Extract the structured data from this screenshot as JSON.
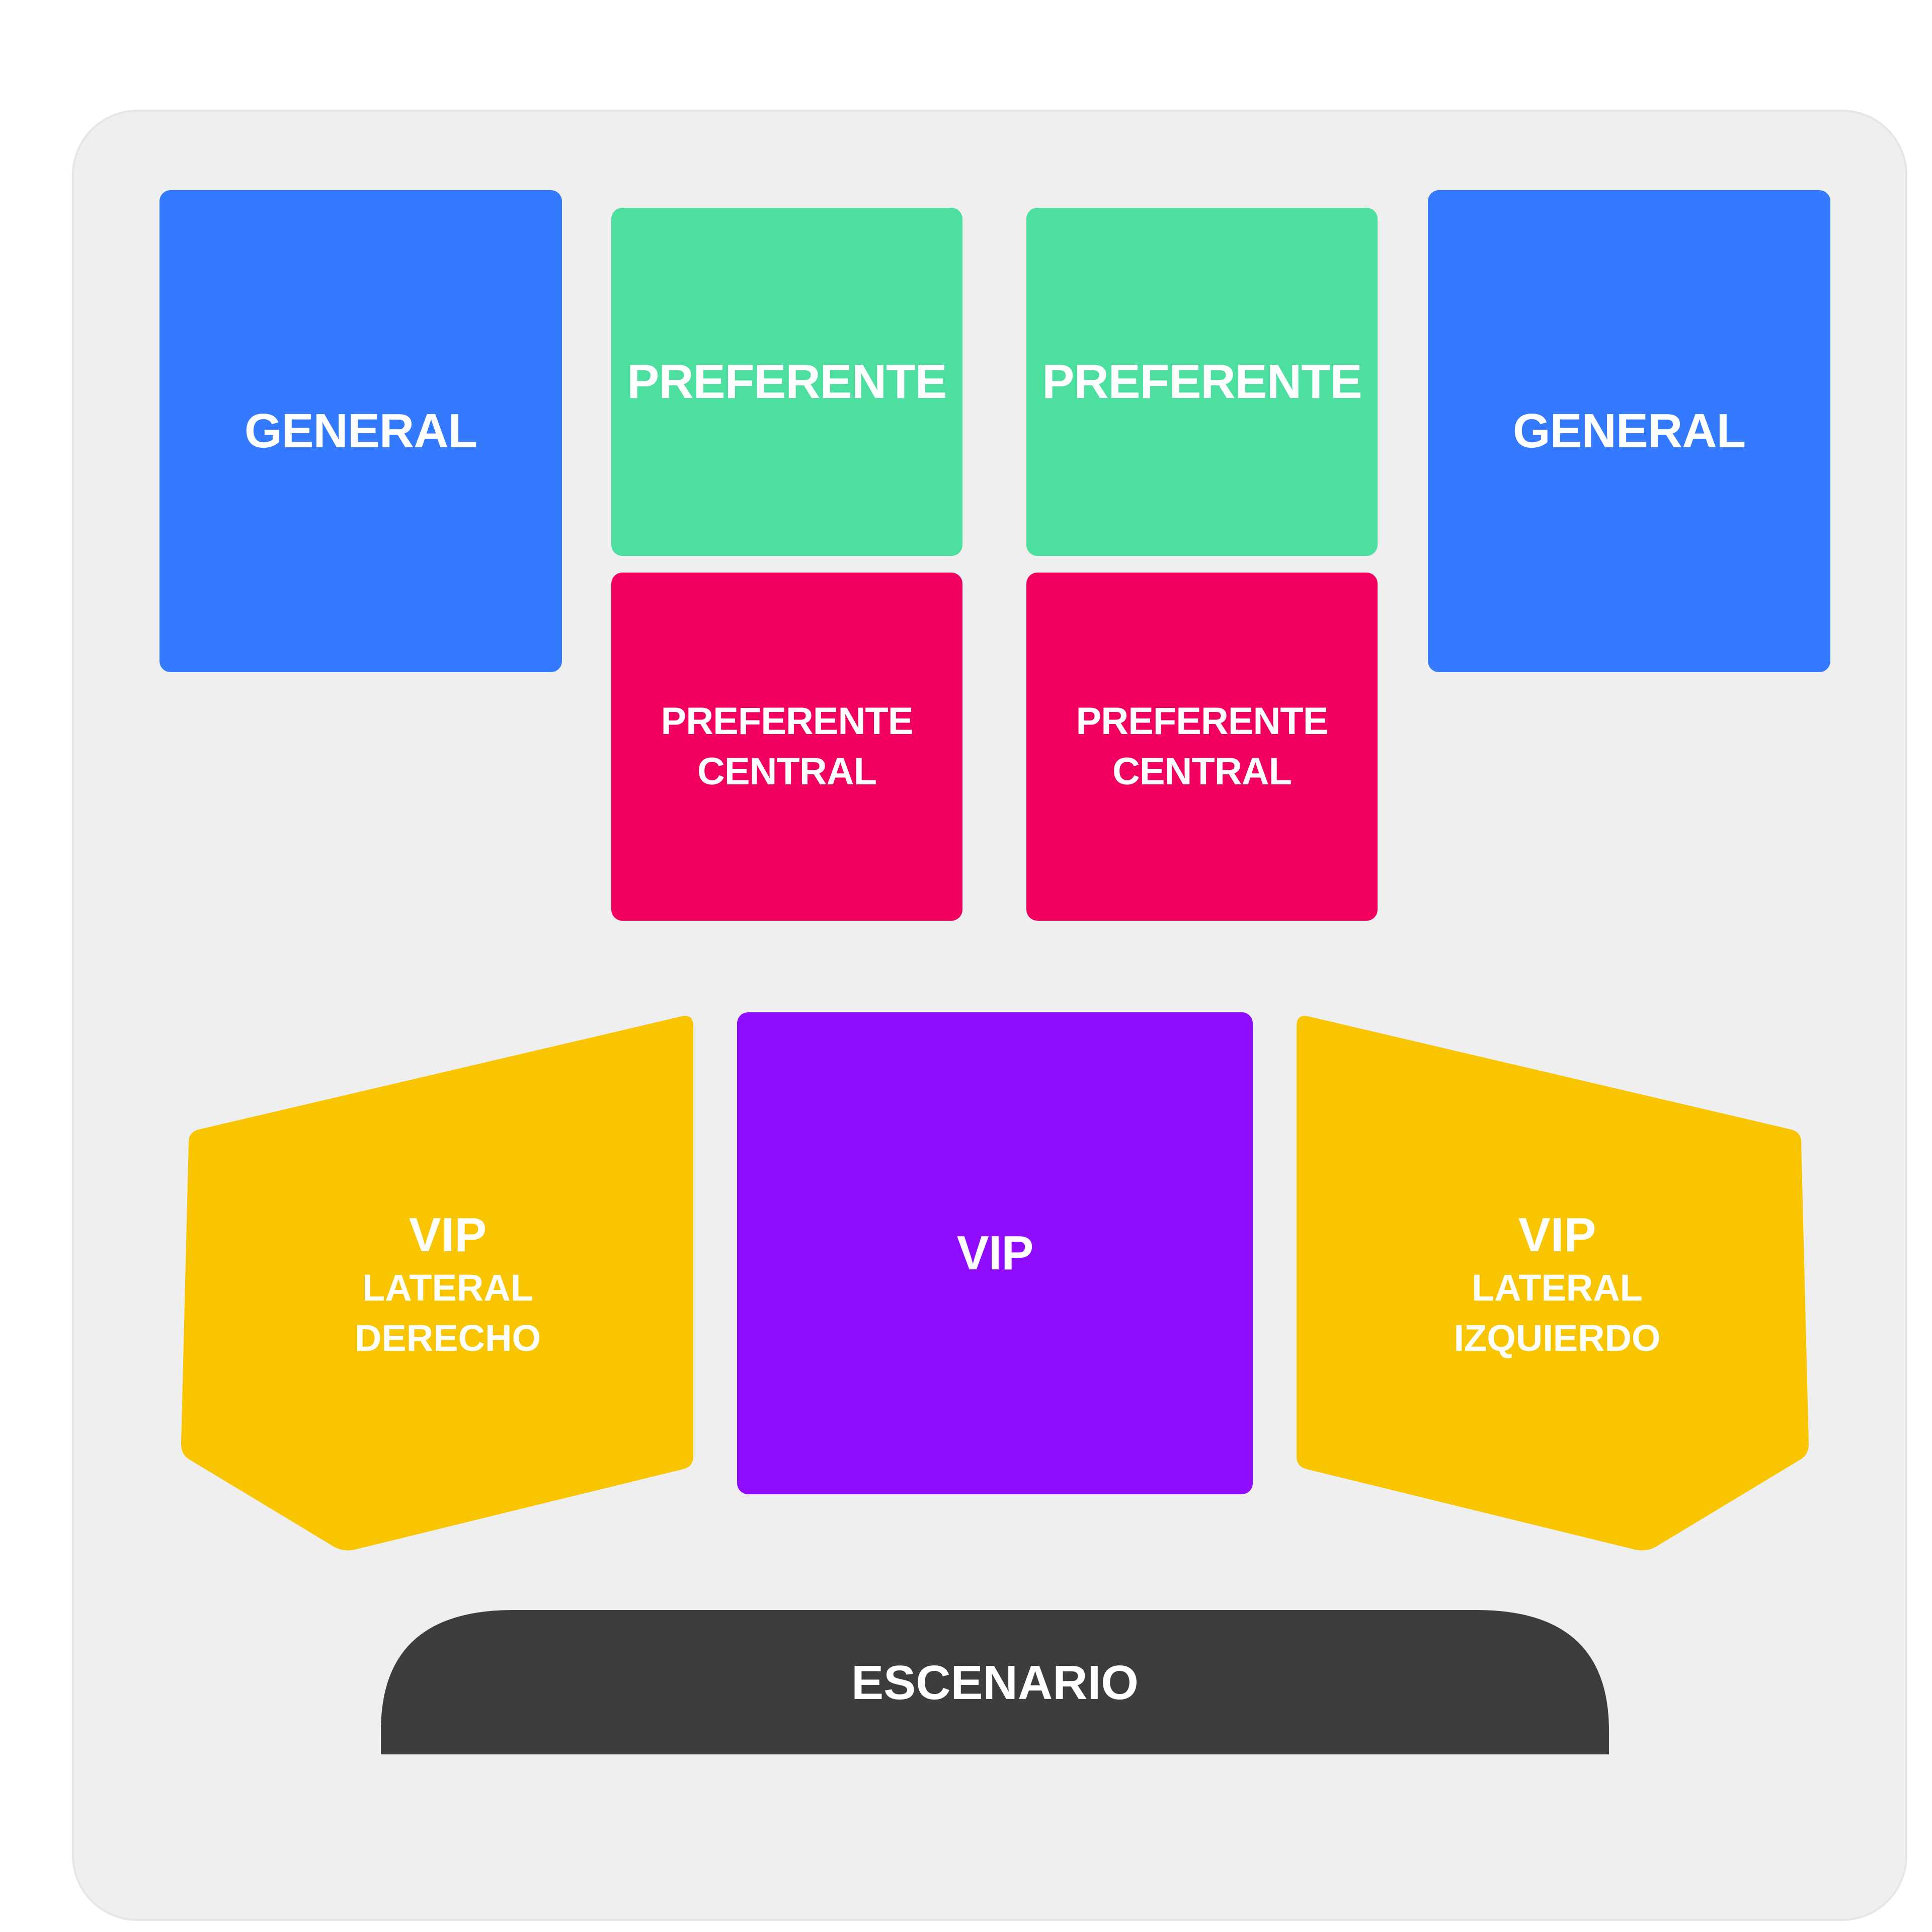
{
  "map": {
    "sections": {
      "general_left": {
        "label": "GENERAL",
        "color": "#337aff"
      },
      "preferente_left": {
        "label": "PREFERENTE",
        "color": "#4ddf9f"
      },
      "preferente_right": {
        "label": "PREFERENTE",
        "color": "#4ddf9f"
      },
      "general_right": {
        "label": "GENERAL",
        "color": "#337aff"
      },
      "preferente_central_left": {
        "line1": "PREFERENTE",
        "line2": "CENTRAL",
        "color": "#f20060"
      },
      "preferente_central_right": {
        "line1": "PREFERENTE",
        "line2": "CENTRAL",
        "color": "#f20060"
      },
      "vip_lateral_left": {
        "title": "VIP",
        "line1": "LATERAL",
        "line2": "DERECHO",
        "color": "#f8c500"
      },
      "vip_center": {
        "label": "VIP",
        "color": "#8f0cff"
      },
      "vip_lateral_right": {
        "title": "VIP",
        "line1": "LATERAL",
        "line2": "IZQUIERDO",
        "color": "#f8c500"
      },
      "stage": {
        "label": "ESCENARIO",
        "color": "#3d3d3b"
      }
    }
  }
}
